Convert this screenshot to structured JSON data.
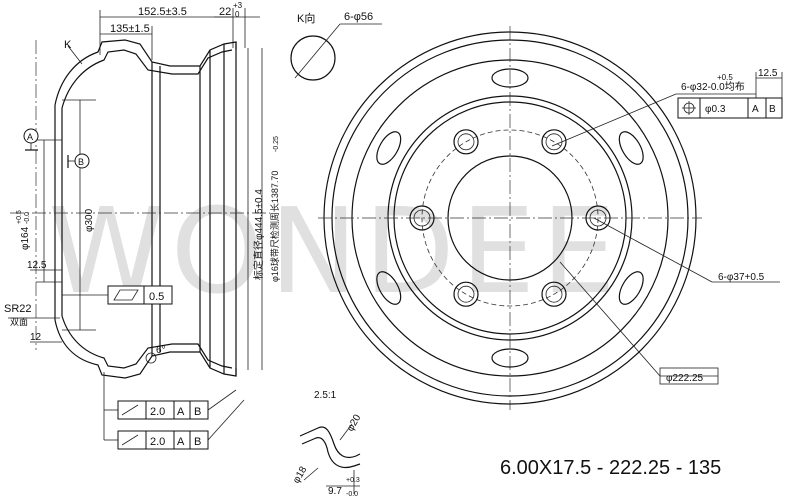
{
  "watermark": "WONDEE",
  "title": "6.00X17.5 - 222.25 - 135",
  "side_view": {
    "dim_width": "152.5±3.5",
    "dim_offset": "135±1.5",
    "dim_flange_base": "22",
    "dim_flange_tol_upper": "+3",
    "dim_flange_tol_lower": "0",
    "view_k_marker": "K",
    "datum_a": "A",
    "datum_b": "B",
    "dim_bore": "φ164",
    "dim_bore_tol_upper": "+0.5",
    "dim_bore_tol_lower": "-0.0",
    "dim_300": "φ300",
    "dim_12_5": "12.5",
    "dim_sr22": "SR22",
    "sr22_note": "双面",
    "dim_12": "12",
    "flatness_value": "0.5",
    "dim_rim_diameter": "标定直径φ444.5±0.4",
    "dim_tape": "φ16球带尺检测周长1387.70",
    "dim_tape_tol": "-0.25",
    "angle_label": "6°",
    "tol_frames": [
      {
        "symbol": "runout",
        "value": "2.0",
        "datum1": "A",
        "datum2": "B"
      },
      {
        "symbol": "runout",
        "value": "2.0",
        "datum1": "A",
        "datum2": "B"
      }
    ]
  },
  "k_view": {
    "label": "K向",
    "hole_spec": "6-φ56"
  },
  "front_view": {
    "bolt_holes_spec": "6-φ32-0.0均布",
    "bolt_holes_tol": "+0.5",
    "position_tol": "φ0.3",
    "datum1": "A",
    "datum2": "B",
    "dim_12_5": "12.5",
    "hand_holes_spec": "6-φ37+0.5",
    "pcd": "φ222.25"
  },
  "detail": {
    "scale": "2.5:1",
    "dim_20": "φ20",
    "dim_18": "φ18",
    "dim_9_7": "9.7",
    "dim_9_7_tol_upper": "+0.3",
    "dim_9_7_tol_lower": "-0.0"
  }
}
